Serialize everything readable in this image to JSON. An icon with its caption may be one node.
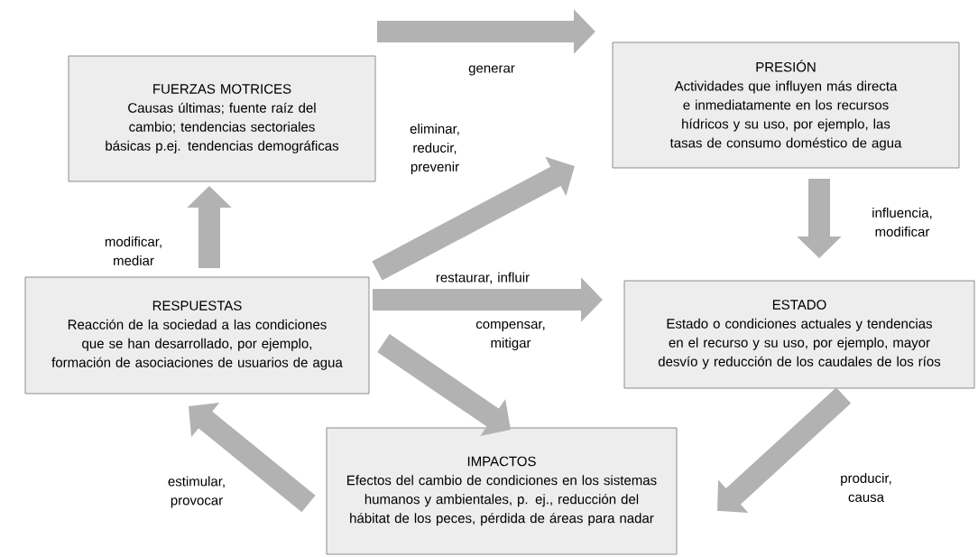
{
  "diagram": {
    "nodes": [
      {
        "text": [
          "FUERZAS MOTRICES",
          "Causas últimas; fuente raíz del cambio; tendencias sectoriales básicas p.ej. tendencias demográficas"
        ]
      },
      {
        "text": [
          "PRESIÓN",
          "Actividades que influyen más directa e inmediatamente en los recursos hídricos y su uso, por ejemplo, las tasas de consumo doméstico de agua"
        ]
      },
      {
        "text": [
          "ESTADO",
          "Estado o condiciones actuales y tendencias en el recurso y su uso, por ejemplo, mayor desvío y reducción de los caudales de los ríos"
        ]
      },
      {
        "text": [
          "IMPACTOS",
          "Efectos del cambio de condiciones en los sistemas humanos y ambientales, p. ej., reducción del hábitat de los peces, pérdida de áreas para nadar"
        ]
      },
      {
        "text": [
          "RESPUESTAS",
          "Reacción de la sociedad a las condiciones que se han desarrollado, por ejemplo, formación de asociaciones de usuarios de agua"
        ]
      }
    ],
    "edges": [
      {
        "from": 0,
        "to": 1,
        "arrow": "to",
        "label": "generar"
      },
      {
        "from": 1,
        "to": 2,
        "arrow": "to",
        "label": "influencia, modificar"
      },
      {
        "from": 2,
        "to": 3,
        "arrow": "to",
        "label": "producir, causa"
      },
      {
        "from": 3,
        "to": 4,
        "arrow": "to",
        "label": "estimular, provocar"
      },
      {
        "from": 4,
        "to": 0,
        "arrow": "to",
        "label": "modificar, mediar"
      },
      {
        "from": 4,
        "to": 1,
        "arrow": "to",
        "label": "eliminar, reducir, prevenir"
      },
      {
        "from": 4,
        "to": 2,
        "arrow": "to",
        "label": "restaurar, influir"
      },
      {
        "from": 4,
        "to": 3,
        "arrow": "to",
        "label": "compensar, mitigar"
      }
    ]
  }
}
